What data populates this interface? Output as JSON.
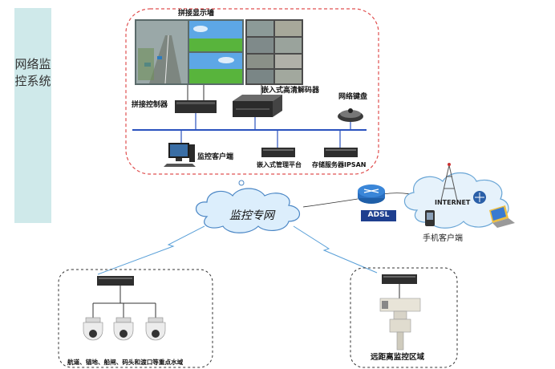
{
  "title": "网络监控系统",
  "control_center": {
    "video_wall_label": "拼接显示墙",
    "splice_controller_label": "拼接控制器",
    "embedded_decoder_label": "嵌入式高清解码器",
    "network_keyboard_label": "网络键盘",
    "monitor_client_label": "监控客户端",
    "embedded_mgmt_platform_label": "嵌入式管理平台",
    "storage_server_label": "存储服务器IPSAN"
  },
  "network": {
    "private_net_label": "监控专网",
    "adsl_label": "ADSL",
    "internet_label": "INTERNET",
    "mobile_client_label": "手机客户端"
  },
  "sites": {
    "waterway_label": "航道、锚地、船闸、码头和渡口等重点水域",
    "remote_label": "远距离监控区域"
  },
  "colors": {
    "title_panel": "#cfe9ea",
    "center_border": "#e05050",
    "bus_line": "#2a52be",
    "cloud_fill": "#dceefc",
    "cloud_stroke": "#4a86c5",
    "link_line": "#5aa0d8",
    "switch_body": "#2e2e2e"
  }
}
